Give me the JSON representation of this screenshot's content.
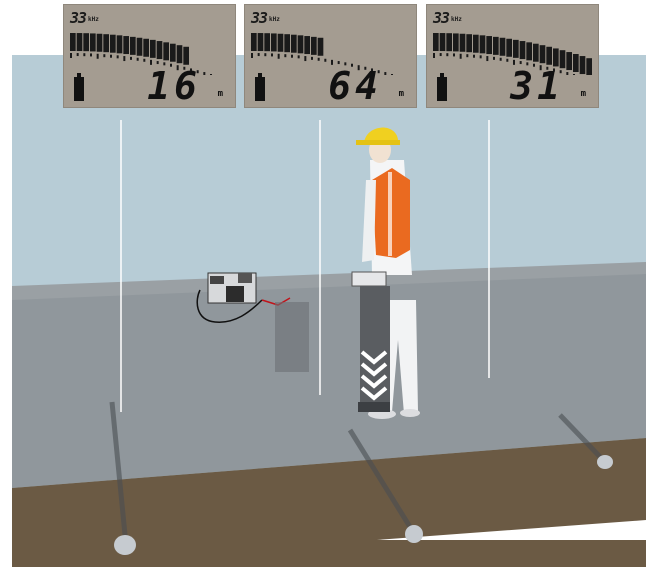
{
  "displays": [
    {
      "frequency": "33",
      "frequency_unit": "kHz",
      "signal_level": 0.74,
      "reading": "16",
      "unit": "m"
    },
    {
      "frequency": "33",
      "frequency_unit": "kHz",
      "signal_level": 0.45,
      "reading": "64",
      "unit": "m"
    },
    {
      "frequency": "33",
      "frequency_unit": "kHz",
      "signal_level": 1.0,
      "reading": "31",
      "unit": "m"
    }
  ],
  "colors": {
    "lcd_background": "#a49c91",
    "sky": "#b8cfd9",
    "ground": "#6b5a44",
    "pavement": "#8a8f94",
    "hard_hat": "#f0d020",
    "vest": "#ea6a20"
  },
  "icons": [
    "battery-icon",
    "signal-meter-icon",
    "down-arrows-icon"
  ]
}
